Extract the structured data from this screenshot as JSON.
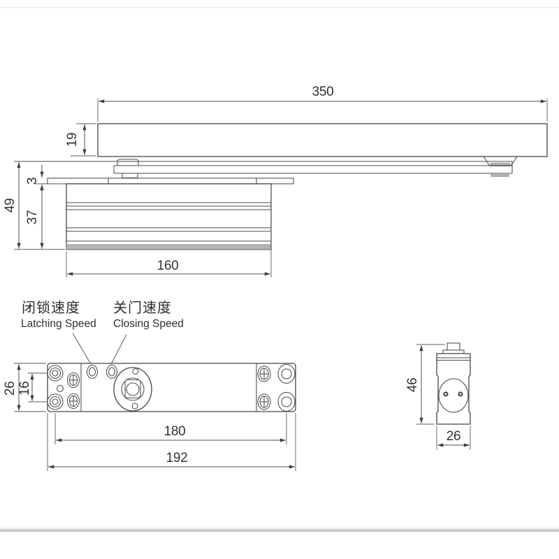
{
  "side_view": {
    "dims": {
      "total_length": "350",
      "rail_height": "19",
      "overall_height": "49",
      "plate_thickness": "3",
      "body_height": "37",
      "body_length": "160"
    }
  },
  "annotations": {
    "latching": {
      "cn": "闭锁速度",
      "en": "Latching Speed"
    },
    "closing": {
      "cn": "关门速度",
      "en": "Closing Speed"
    }
  },
  "plan_view": {
    "dims": {
      "body_width": "26",
      "hole_spacing_vertical": "16",
      "hole_distance": "180",
      "total_length": "192"
    }
  },
  "end_view": {
    "dims": {
      "height": "46",
      "width": "26"
    }
  },
  "colors": {
    "line": "#454545",
    "text": "#323232",
    "gray_band": "#b4b4b4",
    "divider_top": "#ededed",
    "divider_bottom": "#c5c5c5",
    "background": "#ffffff"
  }
}
